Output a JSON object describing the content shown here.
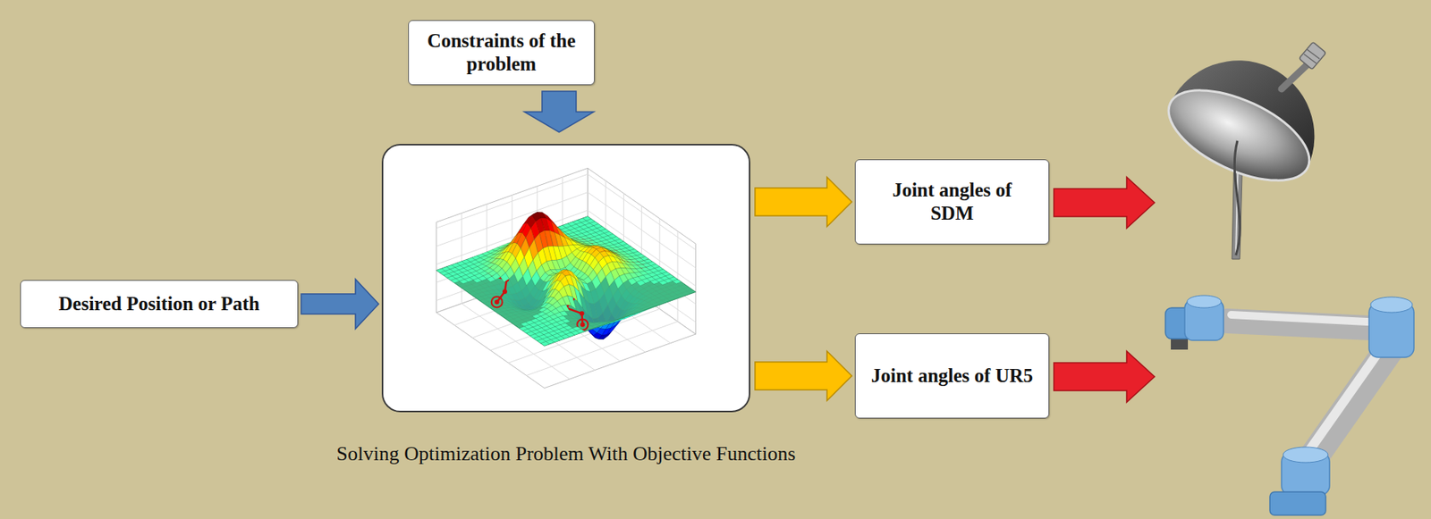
{
  "diagram": {
    "nodes": [
      {
        "text": [
          "Constraints of the problem"
        ]
      },
      {
        "text": [
          "Desired Position or Path"
        ]
      },
      {
        "text": [
          "Solving Optimization Problem With Objective Functions"
        ]
      },
      {
        "text": [
          "Joint angles of SDM"
        ]
      },
      {
        "text": [
          "Joint angles of UR5"
        ]
      }
    ],
    "edges": [
      {
        "from": 0,
        "to": 2,
        "arrow": "to"
      },
      {
        "from": 1,
        "to": 2,
        "arrow": "to"
      },
      {
        "from": 2,
        "to": 3,
        "arrow": "to"
      },
      {
        "from": 2,
        "to": 4,
        "arrow": "to"
      }
    ]
  }
}
